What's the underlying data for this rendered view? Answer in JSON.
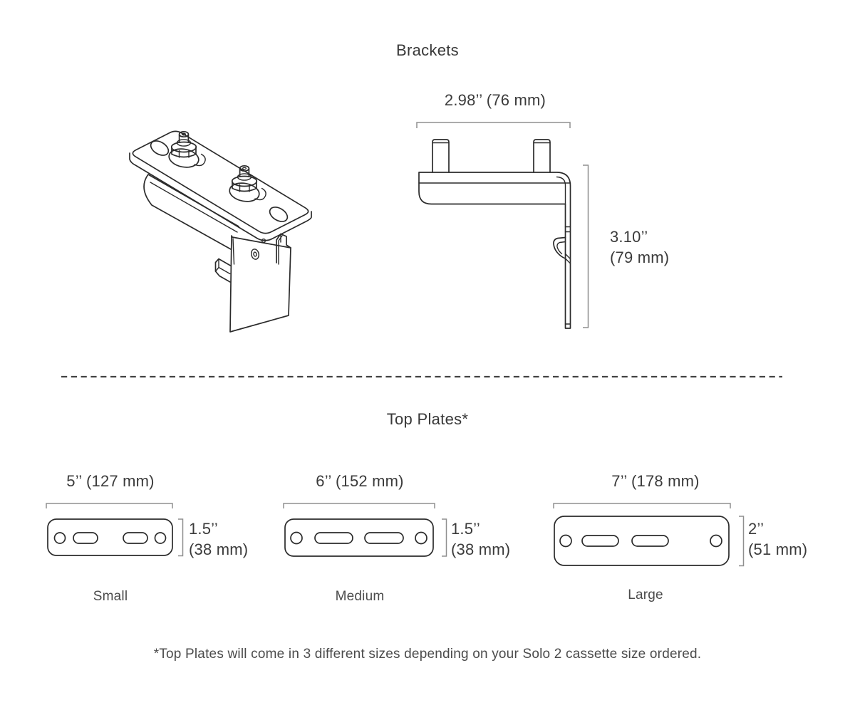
{
  "brackets": {
    "title": "Brackets",
    "width_dim": "2.98’’ (76 mm)",
    "height_dim_in": "3.10’’",
    "height_dim_mm": "(79 mm)"
  },
  "top_plates": {
    "title": "Top Plates*",
    "plates": [
      {
        "name": "Small",
        "width_dim": "5’’ (127 mm)",
        "height_dim_in": "1.5’’",
        "height_dim_mm": "(38 mm)"
      },
      {
        "name": "Medium",
        "width_dim": "6’’ (152 mm)",
        "height_dim_in": "1.5’’",
        "height_dim_mm": "(38 mm)"
      },
      {
        "name": "Large",
        "width_dim": "7’’ (178 mm)",
        "height_dim_in": "2’’",
        "height_dim_mm": "(51 mm)"
      }
    ],
    "footnote": "*Top Plates will come in 3 different sizes depending on your Solo 2 cassette size ordered."
  }
}
